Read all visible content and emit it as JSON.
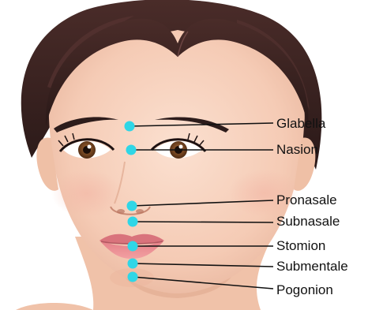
{
  "colors": {
    "marker": "#2fd6e6",
    "leader_line": "#111111",
    "skin": "#f7d2be",
    "hair": "#3a2321",
    "lips": "#e88a90",
    "iris": "#6b3d1f",
    "brow": "#2d1c1b"
  },
  "landmarks": [
    {
      "id": "glabella",
      "label": "Glabella"
    },
    {
      "id": "nasion",
      "label": "Nasion"
    },
    {
      "id": "pronasale",
      "label": "Pronasale"
    },
    {
      "id": "subnasale",
      "label": "Subnasale"
    },
    {
      "id": "stomion",
      "label": "Stomion"
    },
    {
      "id": "submentale",
      "label": "Submentale"
    },
    {
      "id": "pogonion",
      "label": "Pogonion"
    }
  ]
}
